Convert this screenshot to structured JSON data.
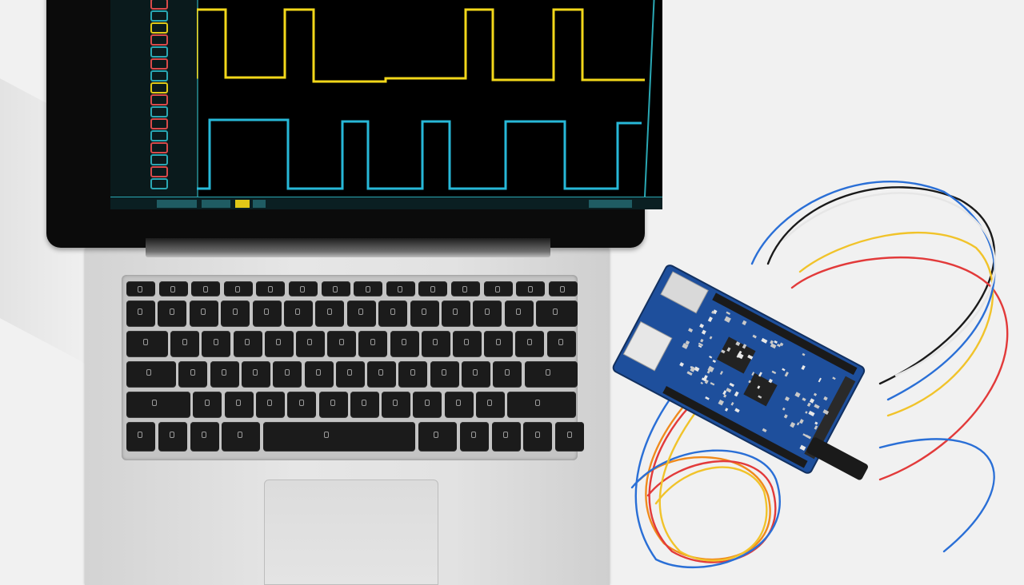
{
  "colors": {
    "background": "#f1f1f1",
    "signal_yellow": "#f2d71a",
    "signal_cyan": "#27b8d8",
    "board_blue": "#1e4f9c",
    "screen_accent": "#2aa7b3"
  },
  "screen": {
    "channels": [
      {
        "color": "#f2d71a",
        "levels": "square-wave"
      },
      {
        "color": "#27b8d8",
        "levels": "square-wave"
      }
    ]
  },
  "objects": {
    "laptop": "laptop-with-oscilloscope-screen",
    "board": "microcontroller-board",
    "wires": [
      "#1a1a1a",
      "#e23a3a",
      "#f1c32a",
      "#2a6fd6",
      "#f08a1c",
      "#e9e9e9"
    ]
  }
}
